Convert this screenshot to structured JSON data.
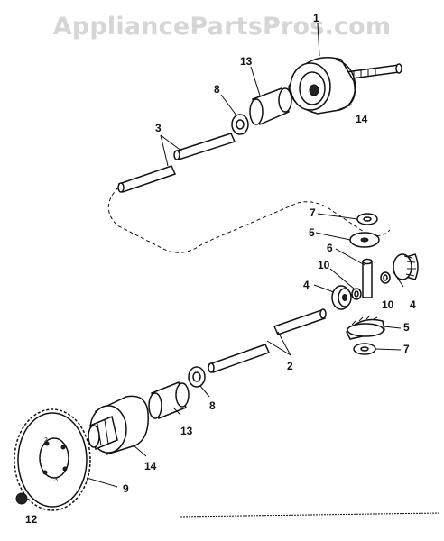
{
  "watermark": "AppliancePartsPros.com",
  "callouts": [
    {
      "id": "c1",
      "text": "1"
    },
    {
      "id": "c13a",
      "text": "13"
    },
    {
      "id": "c8a",
      "text": "8"
    },
    {
      "id": "c3",
      "text": "3"
    },
    {
      "id": "c14a",
      "text": "14"
    },
    {
      "id": "c7a",
      "text": "7"
    },
    {
      "id": "c5a",
      "text": "5"
    },
    {
      "id": "c6",
      "text": "6"
    },
    {
      "id": "c10a",
      "text": "10"
    },
    {
      "id": "c4a",
      "text": "4"
    },
    {
      "id": "c10b",
      "text": "10"
    },
    {
      "id": "c4b",
      "text": "4"
    },
    {
      "id": "c5b",
      "text": "5"
    },
    {
      "id": "c7b",
      "text": "7"
    },
    {
      "id": "c2",
      "text": "2"
    },
    {
      "id": "c8b",
      "text": "8"
    },
    {
      "id": "c13b",
      "text": "13"
    },
    {
      "id": "c14b",
      "text": "14"
    },
    {
      "id": "c9",
      "text": "9"
    },
    {
      "id": "c12",
      "text": "12"
    }
  ],
  "sprocket_labels": [
    "2",
    "3"
  ]
}
